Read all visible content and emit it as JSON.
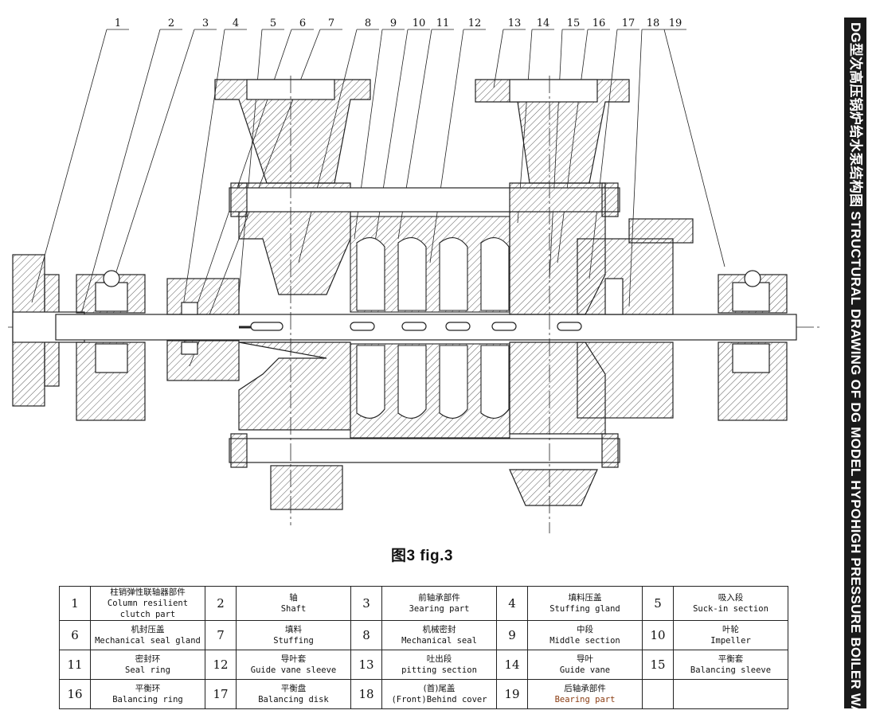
{
  "figure_caption": "图3 fig.3",
  "sidebar_title": "DG型次高压锅炉给水泵结构图 STRUCTURAL DRAWING OF DG MODEL HYPOHIGH PRESSURE BOILER WATER SUPPLY PUMP",
  "callouts": [
    "1",
    "2",
    "3",
    "4",
    "5",
    "6",
    "7",
    "8",
    "9",
    "10",
    "11",
    "12",
    "13",
    "14",
    "15",
    "16",
    "17",
    "18",
    "19"
  ],
  "parts": [
    {
      "no": "1",
      "zh": "柱销弹性联轴器部件",
      "en": "Column resilient clutch part"
    },
    {
      "no": "2",
      "zh": "轴",
      "en": "Shaft"
    },
    {
      "no": "3",
      "zh": "前轴承部件",
      "en": "3earing part"
    },
    {
      "no": "4",
      "zh": "填料压盖",
      "en": "Stuffing gland"
    },
    {
      "no": "5",
      "zh": "吸入段",
      "en": "Suck-in section"
    },
    {
      "no": "6",
      "zh": "机封压盖",
      "en": "Mechanical seal gland"
    },
    {
      "no": "7",
      "zh": "填料",
      "en": "Stuffing"
    },
    {
      "no": "8",
      "zh": "机械密封",
      "en": "Mechanical seal"
    },
    {
      "no": "9",
      "zh": "中段",
      "en": "Middle section"
    },
    {
      "no": "10",
      "zh": "叶轮",
      "en": "Impeller"
    },
    {
      "no": "11",
      "zh": "密封环",
      "en": "Seal ring"
    },
    {
      "no": "12",
      "zh": "导叶套",
      "en": "Guide vane sleeve"
    },
    {
      "no": "13",
      "zh": "吐出段",
      "en": "pitting section"
    },
    {
      "no": "14",
      "zh": "导叶",
      "en": "Guide vane"
    },
    {
      "no": "15",
      "zh": "平衡套",
      "en": "Balancing sleeve"
    },
    {
      "no": "16",
      "zh": "平衡环",
      "en": "Balancing ring"
    },
    {
      "no": "17",
      "zh": "平衡盘",
      "en": "Balancing disk"
    },
    {
      "no": "18",
      "zh": "(首)尾盖",
      "en": "(Front)Behind cover"
    },
    {
      "no": "19",
      "zh": "后轴承部件",
      "en": "Bearing part"
    }
  ],
  "colors": {
    "line": "#222222",
    "sidebar": "#1a1a1a",
    "accent_text": "#8a3b10"
  }
}
